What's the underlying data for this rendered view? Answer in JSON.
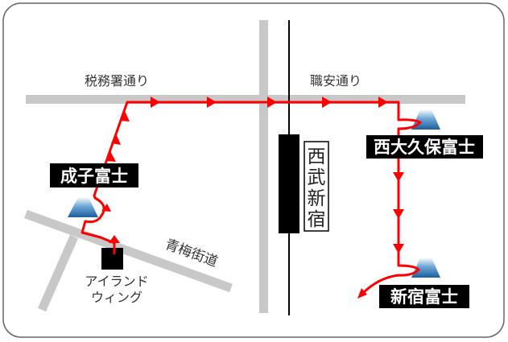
{
  "roads": {
    "zeimusho": "税務署通り",
    "shokuan": "職安通り",
    "ome": "青梅街道"
  },
  "station": {
    "char1": "西",
    "char2": "武",
    "char3": "新",
    "char4": "宿"
  },
  "building": {
    "line1": "アイランド",
    "line2": "ウィング"
  },
  "fuji": {
    "naruko": "成子富士",
    "nishiokubo": "西大久保富士",
    "shinjuku": "新宿富士"
  },
  "colors": {
    "route": "#ff0000",
    "road": "#c8c8c8",
    "label_bg": "#000000"
  }
}
